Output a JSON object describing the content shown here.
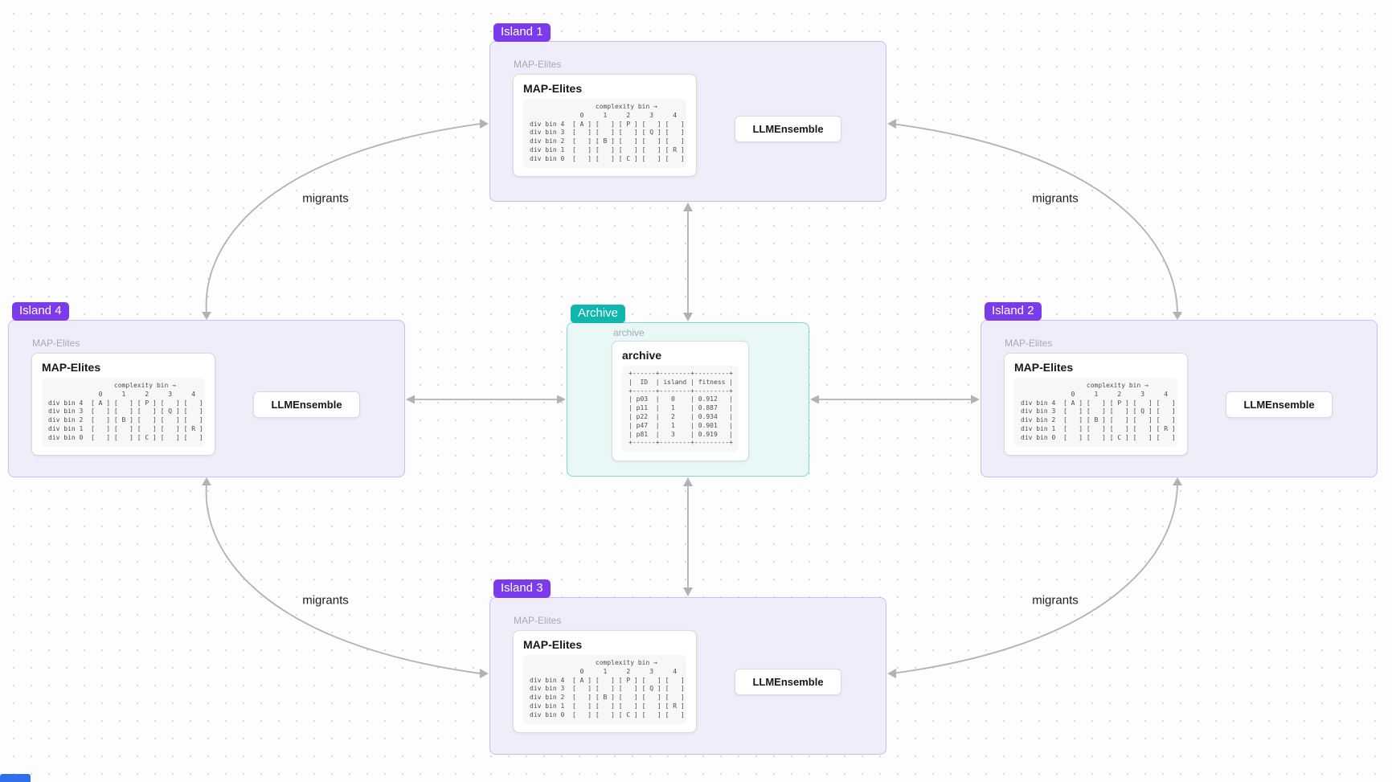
{
  "canvas": {
    "background": "#fdfdfe",
    "dot_color": "#d9d9de"
  },
  "colors": {
    "island_badge": "#7c3aed",
    "archive_badge": "#0fb6ad",
    "island_panel_bg": "#f0edfa",
    "island_panel_border": "#c9bcf0",
    "archive_panel_bg": "#e7f8f6",
    "archive_panel_border": "#83d7d0",
    "node_bg": "#ffffff",
    "node_border": "#d9d9e0",
    "edge": "#b1b1b7",
    "edge_label_text": "#1c1c21",
    "group_label_text": "#a8a8b3"
  },
  "edge_labels": [
    "migrants",
    "migrants",
    "migrants",
    "migrants"
  ],
  "islands": [
    {
      "badge": "Island 1",
      "group_label": "MAP-Elites",
      "node_title": "MAP-Elites",
      "llm_label": "LLMEnsemble"
    },
    {
      "badge": "Island 2",
      "group_label": "MAP-Elites",
      "node_title": "MAP-Elites",
      "llm_label": "LLMEnsemble"
    },
    {
      "badge": "Island 3",
      "group_label": "MAP-Elites",
      "node_title": "MAP-Elites",
      "llm_label": "LLMEnsemble"
    },
    {
      "badge": "Island 4",
      "group_label": "MAP-Elites",
      "node_title": "MAP-Elites",
      "llm_label": "LLMEnsemble"
    }
  ],
  "map_grid": {
    "header": "complexity bin →",
    "col_labels": [
      "0",
      "1",
      "2",
      "3",
      "4"
    ],
    "row_labels": [
      "div bin 4",
      "div bin 3",
      "div bin 2",
      "div bin 1",
      "div bin 0"
    ],
    "cells": [
      [
        "A",
        "",
        "P",
        "",
        ""
      ],
      [
        "",
        "",
        "",
        "Q",
        ""
      ],
      [
        "",
        "B",
        "",
        "",
        ""
      ],
      [
        "",
        "",
        "",
        "",
        "R"
      ],
      [
        "",
        "",
        "C",
        "",
        ""
      ]
    ],
    "lines": [
      "                 complexity bin →",
      "             0     1     2     3     4",
      "div bin 4  [ A ] [   ] [ P ] [   ] [   ]",
      "div bin 3  [   ] [   ] [   ] [ Q ] [   ]",
      "div bin 2  [   ] [ B ] [   ] [   ] [   ]",
      "div bin 1  [   ] [   ] [   ] [   ] [ R ]",
      "div bin 0  [   ] [   ] [ C ] [   ] [   ]"
    ]
  },
  "archive": {
    "badge": "Archive",
    "group_label": "archive",
    "node_title": "archive",
    "table": {
      "columns": [
        "ID",
        "island",
        "fitness"
      ],
      "rows": [
        [
          "p03",
          "0",
          "0.912"
        ],
        [
          "p11",
          "1",
          "0.887"
        ],
        [
          "p22",
          "2",
          "0.934"
        ],
        [
          "p47",
          "1",
          "0.901"
        ],
        [
          "p81",
          "3",
          "0.919"
        ]
      ]
    },
    "lines": [
      "+------+--------+---------+",
      "|  ID  | island | fitness |",
      "+------+--------+---------+",
      "| p03  |   0    | 0.912   |",
      "| p11  |   1    | 0.887   |",
      "| p22  |   2    | 0.934   |",
      "| p47  |   1    | 0.901   |",
      "| p81  |   3    | 0.919   |",
      "+------+--------+---------+"
    ]
  }
}
